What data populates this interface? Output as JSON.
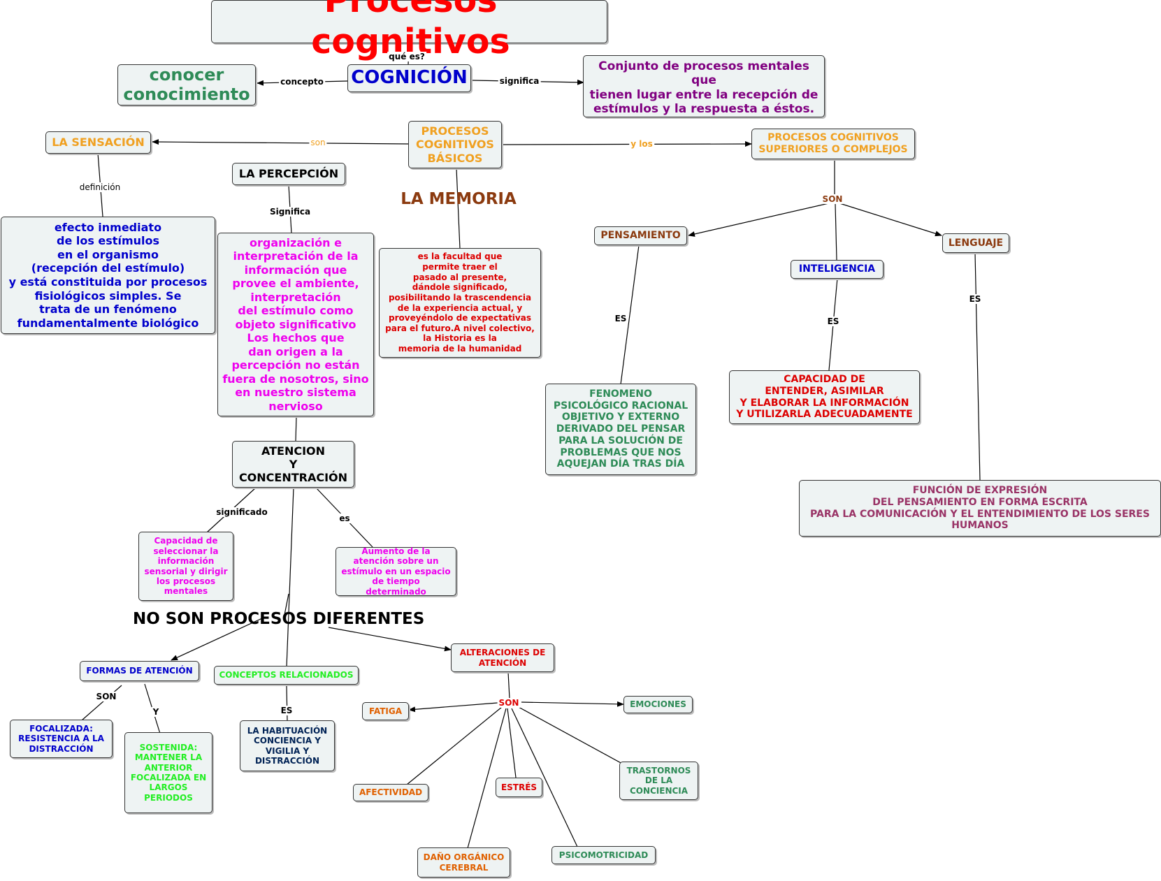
{
  "colors": {
    "red": "#ff0000",
    "blue": "#0000cc",
    "green": "#2e8b57",
    "orange": "#f0a020",
    "purple": "#800080",
    "magenta": "#ee00ee",
    "brown": "#8b3a0f",
    "crimson": "#dd0000",
    "navy": "#002255",
    "lime": "#22ee22",
    "wine": "#993366",
    "darkorange": "#e06000",
    "teal": "#2e8b57"
  },
  "title": "Procesos cognitivos",
  "nodes": {
    "cognicion": "COGNICIÓN",
    "conocer": "conocer\nconocimiento",
    "conjunto": "Conjunto de  procesos mentales que\ntienen lugar entre la recepción de\nestímulos y la respuesta a éstos.",
    "basicos": "PROCESOS\nCOGNITIVOS\nBÁSICOS",
    "superiores": "PROCESOS COGNITIVOS\nSUPERIORES O COMPLEJOS",
    "sensacion": "LA SENSACIÓN",
    "sensacion_def": "efecto inmediato\nde los estímulos\nen el organismo\n(recepción del estímulo)\ny está constituida por procesos\nfisiológicos simples. Se\ntrata de un fenómeno\nfundamentalmente biológico",
    "percepcion": "LA PERCEPCIÓN",
    "percepcion_def": "organización e\ninterpretación de la\ninformación que\nprovee el ambiente,\ninterpretación\ndel estímulo como\nobjeto significativo\nLos hechos que\ndan origen a la\npercepción no están\nfuera de nosotros, sino\nen nuestro sistema\nnervioso",
    "memoria": "LA MEMORIA",
    "memoria_def": "es la facultad que\npermite traer el\npasado al presente,\ndándole significado,\nposibilitando la trascendencia\nde la experiencia actual, y\nproveyéndolo de expectativas\npara el futuro.A nivel colectivo,\nla Historia es la\nmemoria de la humanidad",
    "pensamiento": "PENSAMIENTO",
    "inteligencia": "INTELIGENCIA",
    "lenguaje": "LENGUAJE",
    "fenomeno": "FENOMENO\nPSICOLÓGICO RACIONAL\nOBJETIVO Y EXTERNO\nDERIVADO DEL PENSAR\nPARA LA SOLUCIÓN DE\nPROBLEMAS QUE NOS\nAQUEJAN DÍA TRAS DÍA",
    "capacidad": "CAPACIDAD DE\nENTENDER, ASIMILAR\nY ELABORAR LA INFORMACIÓN\nY UTILIZARLA ADECUADAMENTE",
    "funcion": "FUNCIÓN DE EXPRESIÓN\nDEL PENSAMIENTO EN FORMA ESCRITA\nPARA LA COMUNICACIÓN Y EL ENTENDIMIENTO DE LOS SERES\nHUMANOS",
    "atencion": "ATENCION\nY\nCONCENTRACIÓN",
    "capacidad_sel": "Capacidad de\nseleccionar la\ninformación\nsensorial y dirigir\nlos procesos\nmentales",
    "aumento": "Aumento de la\natención sobre un\nestímulo en un espacio\nde tiempo determinado",
    "no_son": "NO SON PROCESOS DIFERENTES",
    "formas": "FORMAS DE ATENCIÓN",
    "conceptos": "CONCEPTOS RELACIONADOS",
    "alteraciones": "ALTERACIONES DE\nATENCIÓN",
    "focalizada": "FOCALIZADA:\nRESISTENCIA A LA\nDISTRACCIÓN",
    "sostenida": "SOSTENIDA:\nMANTENER LA\nANTERIOR\nFOCALIZADA EN\nLARGOS\nPERIODOS",
    "habituacion": "LA HABITUACIÓN\nCONCIENCIA Y\nVIGILIA Y\nDISTRACCIÓN",
    "fatiga": "FATIGA",
    "emociones": "EMOCIONES",
    "afectividad": "AFECTIVIDAD",
    "estres": "ESTRÉS",
    "trastornos": "TRASTORNOS\nDE LA\nCONCIENCIA",
    "dano": "DAÑO ORGÁNICO\nCEREBRAL",
    "psicomotricidad": "PSICOMOTRICIDAD"
  },
  "labels": {
    "que_es": "qué es?",
    "concepto": "concepto",
    "significa": "significa",
    "son": "son",
    "y_los": "y los",
    "definicion": "definición",
    "significa2": "Significa",
    "son_sup": "SON",
    "es_pens": "ES",
    "es_int": "ES",
    "es_len": "ES",
    "significado": "significado",
    "es_at": "es",
    "son_formas": "SON",
    "y_formas": "Y",
    "es_conc": "ES",
    "son_alt": "SON"
  }
}
